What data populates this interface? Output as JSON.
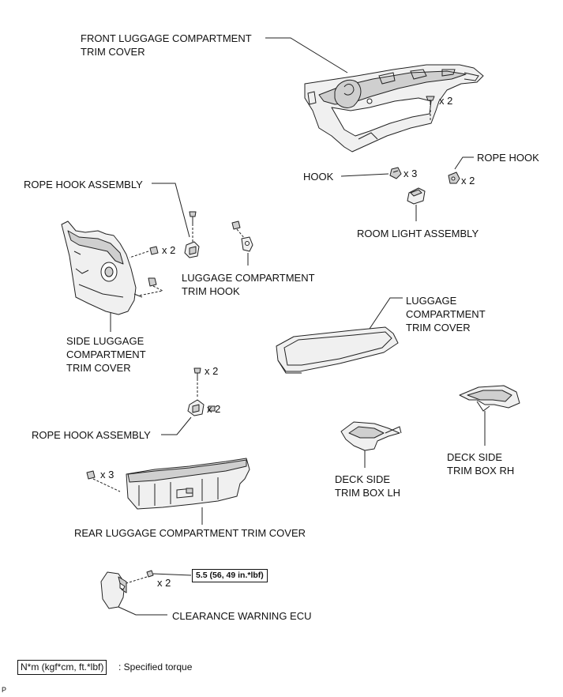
{
  "labels": {
    "front_cover": "FRONT LUGGAGE COMPARTMENT\nTRIM COVER",
    "rope_hook": "ROPE HOOK",
    "hook": "HOOK",
    "rope_hook_assembly_top": "ROPE HOOK ASSEMBLY",
    "room_light": "ROOM LIGHT ASSEMBLY",
    "trim_hook": "LUGGAGE COMPARTMENT\nTRIM HOOK",
    "luggage_cover": "LUGGAGE\nCOMPARTMENT\nTRIM COVER",
    "side_cover": "SIDE LUGGAGE\nCOMPARTMENT\nTRIM COVER",
    "rope_hook_assembly_bottom": "ROPE HOOK ASSEMBLY",
    "deck_lh": "DECK SIDE\nTRIM BOX LH",
    "deck_rh": "DECK SIDE\nTRIM BOX RH",
    "rear_cover": "REAR LUGGAGE COMPARTMENT TRIM COVER",
    "ecu": "CLEARANCE WARNING ECU"
  },
  "quantities": {
    "front_clip": "x 2",
    "hook": "x 3",
    "rope_hook": "x 2",
    "side_clip": "x 2",
    "bottom_bolt": "x 2",
    "bottom_assembly": "x 2",
    "rear_clip": "x 3",
    "ecu_nut": "x 2"
  },
  "torque": "5.5 (56, 49 in.*lbf)",
  "legend": {
    "unit": "N*m (kgf*cm, ft.*lbf)",
    "text": ": Specified torque"
  },
  "corner_mark": "P"
}
